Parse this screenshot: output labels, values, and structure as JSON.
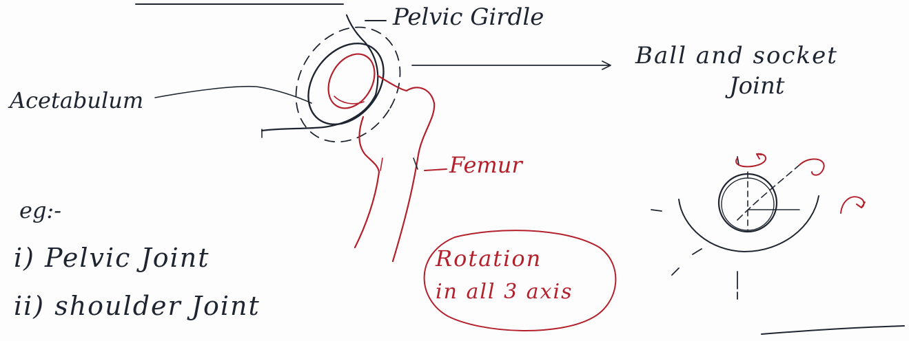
{
  "labels": {
    "pelvic_girdle": "Pelvic Girdle",
    "ball_socket_line1": "Ball and socket",
    "ball_socket_line2": "Joint",
    "acetabulum": "Acetabulum",
    "femur": "Femur"
  },
  "notes": {
    "eg": "eg:-",
    "example_1": "i) Pelvic Joint",
    "example_2": "ii) shoulder Joint",
    "rotation_line1": "Rotation",
    "rotation_line2": "in all 3 axis"
  },
  "colors": {
    "ink_dark": "#1f2530",
    "ink_red": "#b3202b",
    "paper": "#fdfdfd"
  }
}
